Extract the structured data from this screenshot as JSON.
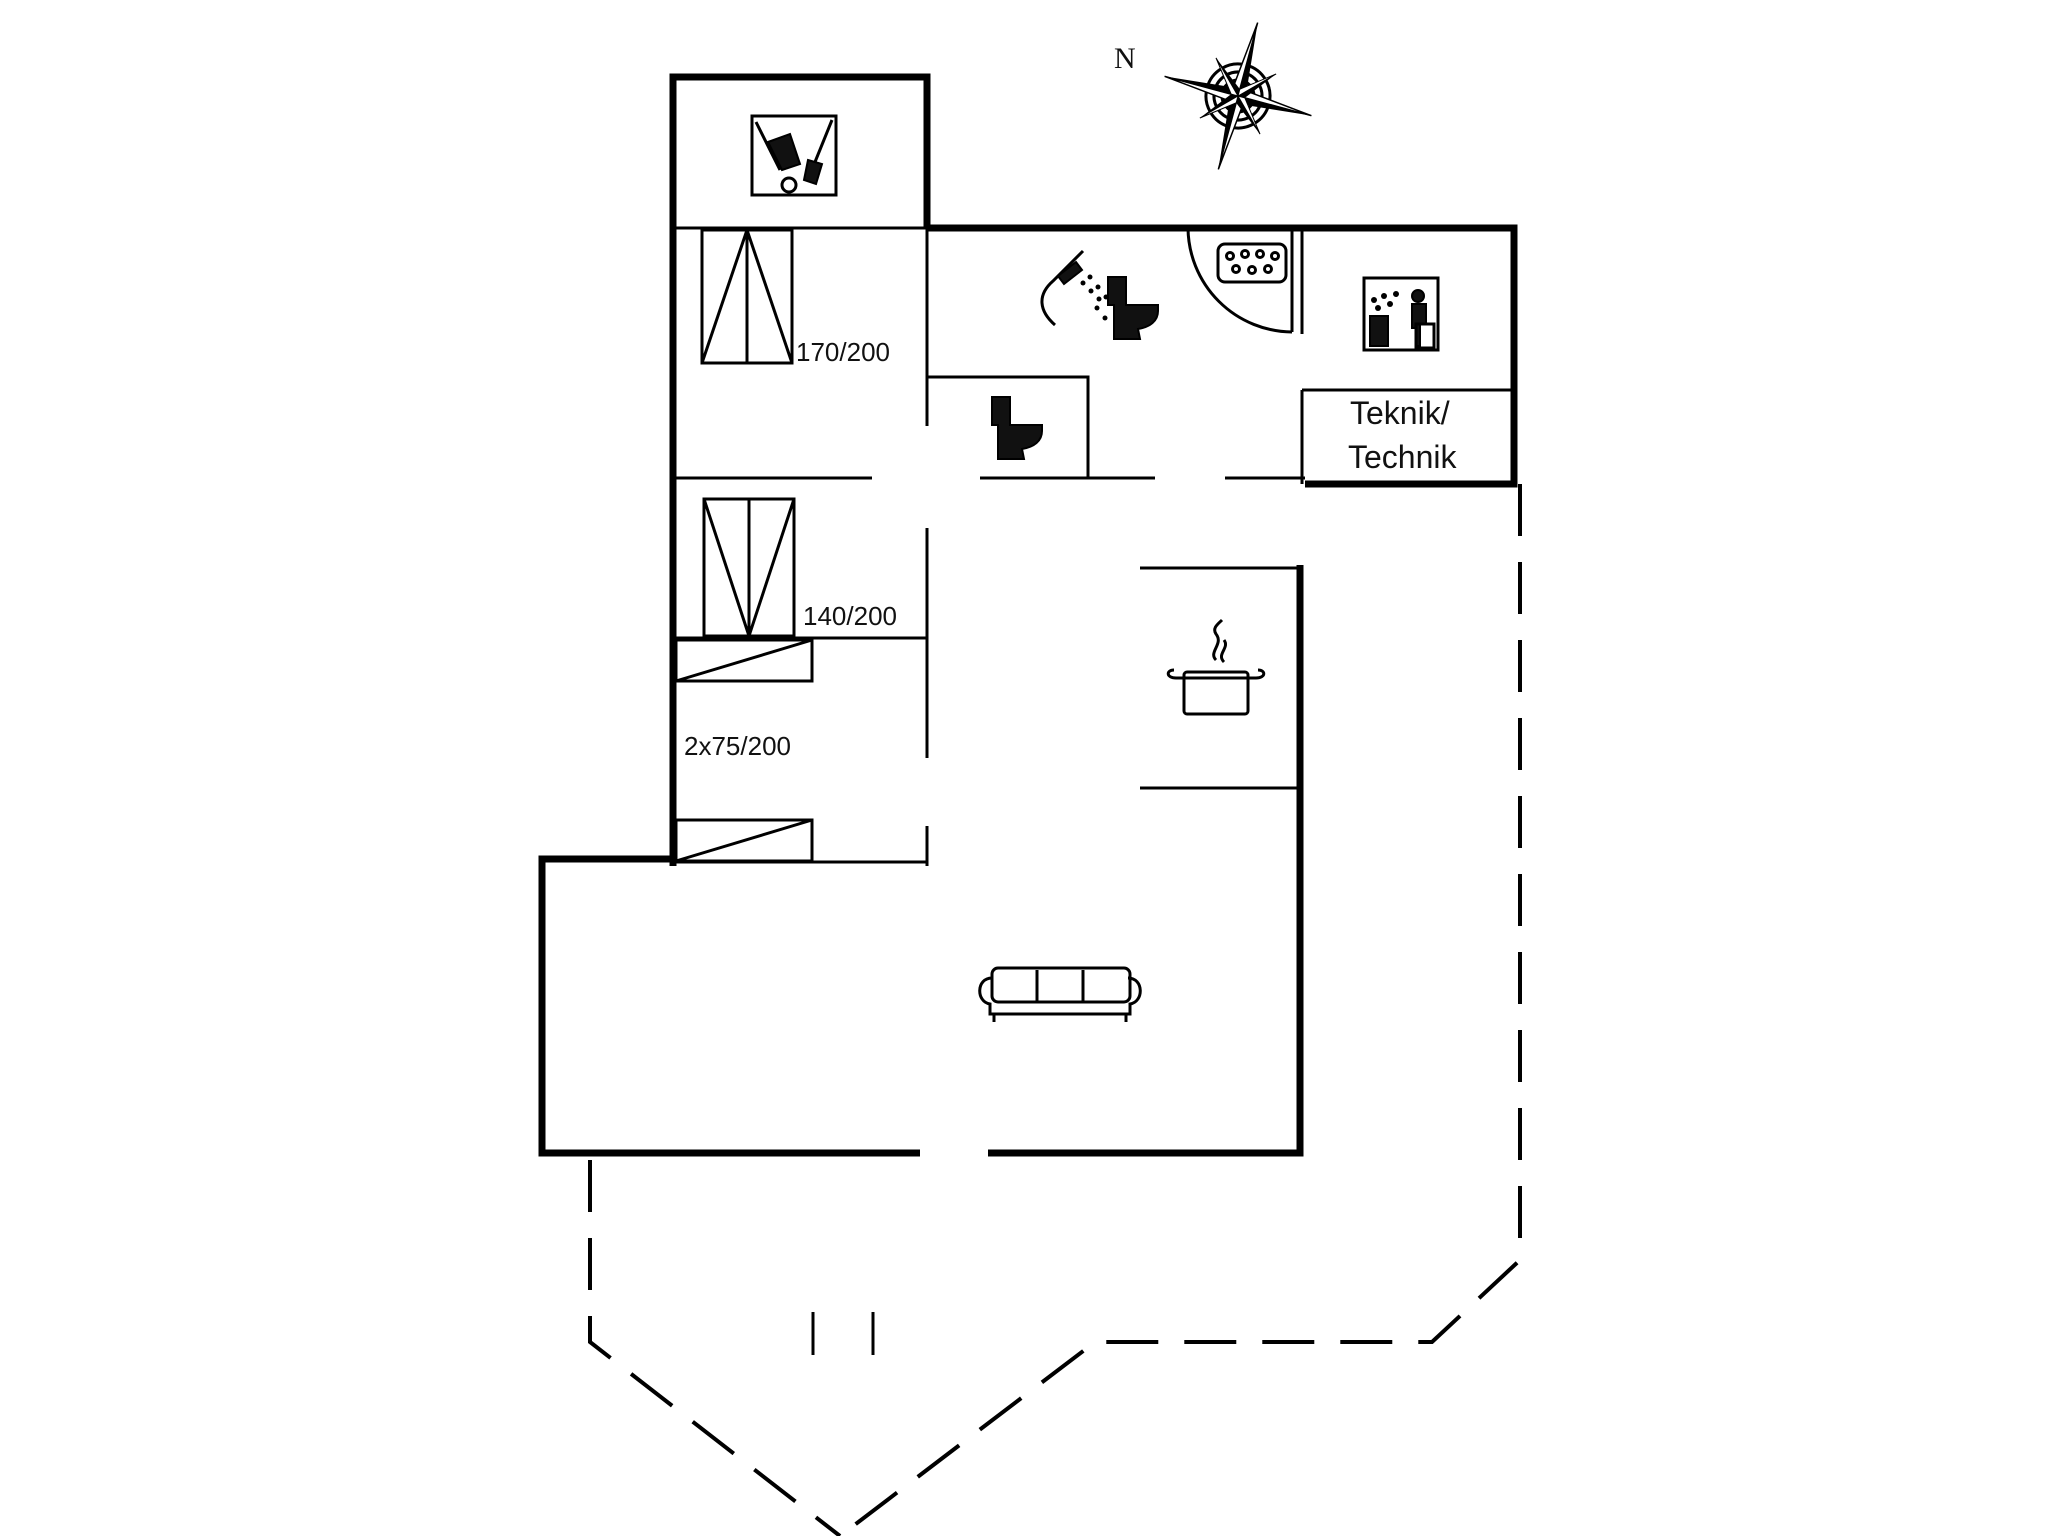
{
  "compass": {
    "north_label": "N"
  },
  "rooms": {
    "bed_1": {
      "bed_label": "170/200"
    },
    "bed_2": {
      "bed_label": "140/200"
    },
    "bed_3": {
      "bed_label": "2x75/200"
    },
    "technical_room": {
      "label_line1": "Teknik/",
      "label_line2": "Technik"
    }
  },
  "icons": {
    "utility": "garden-tools-icon",
    "bathroom_shower": "shower-icon",
    "bathroom_toilet": "toilet-icon",
    "toilet_room": "toilet-icon",
    "spa": "whirlpool-icon",
    "sauna": "sauna-icon",
    "kitchen": "cooking-pot-icon",
    "living": "sofa-icon",
    "compass": "compass-rose-icon"
  }
}
